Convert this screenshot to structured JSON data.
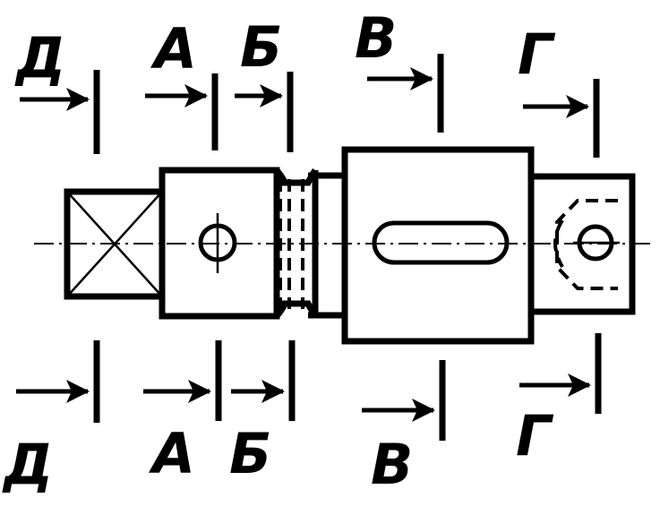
{
  "sections": [
    {
      "id": "D",
      "letter_top": "Д",
      "letter_bottom": "Д"
    },
    {
      "id": "A",
      "letter_top": "А",
      "letter_bottom": "А"
    },
    {
      "id": "B",
      "letter_top": "Б",
      "letter_bottom": "Б"
    },
    {
      "id": "V",
      "letter_top": "В",
      "letter_bottom": "В"
    },
    {
      "id": "G",
      "letter_top": "Г",
      "letter_bottom": "Г"
    }
  ]
}
